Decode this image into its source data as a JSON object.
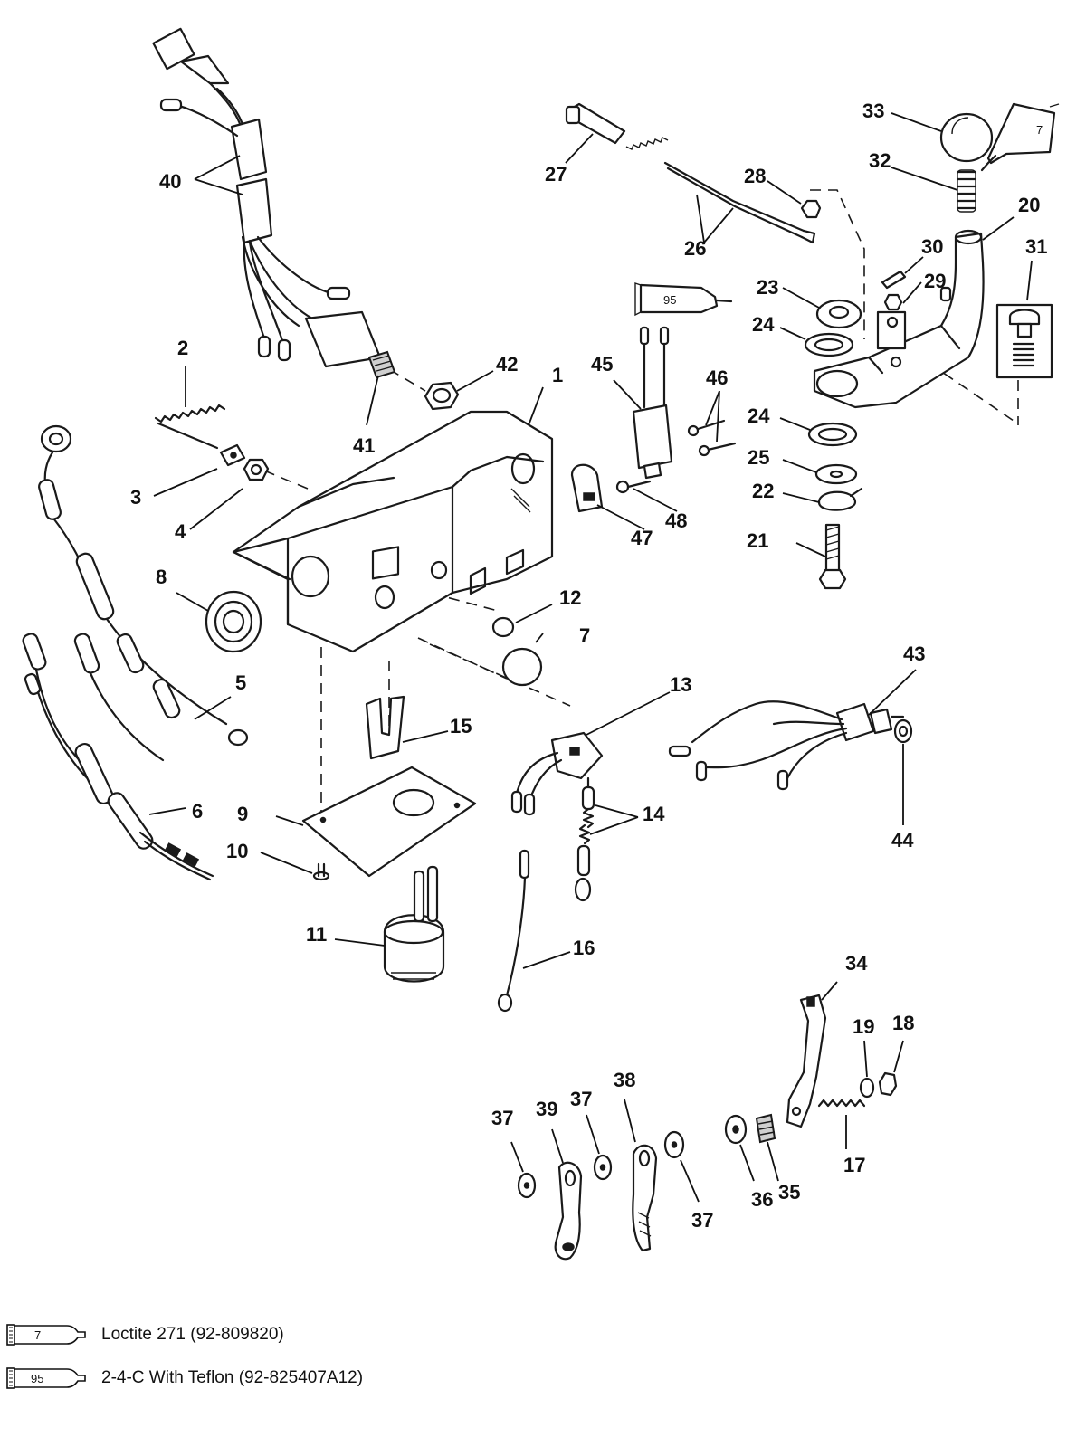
{
  "callouts": {
    "c1": "1",
    "c2": "2",
    "c3": "3",
    "c4": "4",
    "c5": "5",
    "c6": "6",
    "c7": "7",
    "c8": "8",
    "c9": "9",
    "c10": "10",
    "c11": "11",
    "c12": "12",
    "c13": "13",
    "c14": "14",
    "c15": "15",
    "c16": "16",
    "c17": "17",
    "c18": "18",
    "c19": "19",
    "c20": "20",
    "c21": "21",
    "c22": "22",
    "c23": "23",
    "c24a": "24",
    "c24b": "24",
    "c25": "25",
    "c26": "26",
    "c27": "27",
    "c28": "28",
    "c29": "29",
    "c30": "30",
    "c31": "31",
    "c32": "32",
    "c33": "33",
    "c34": "34",
    "c35": "35",
    "c36": "36",
    "c37a": "37",
    "c37b": "37",
    "c37c": "37",
    "c38": "38",
    "c39": "39",
    "c40": "40",
    "c41": "41",
    "c42": "42",
    "c43": "43",
    "c44": "44",
    "c45": "45",
    "c46": "46",
    "c47": "47",
    "c48": "48"
  },
  "tubes": {
    "loctite_number": "7",
    "grease_number": "95"
  },
  "legend": [
    {
      "number": "7",
      "text": "Loctite 271 (92-809820)"
    },
    {
      "number": "95",
      "text": "2-4-C  With Teflon (92-825407A12)"
    }
  ]
}
